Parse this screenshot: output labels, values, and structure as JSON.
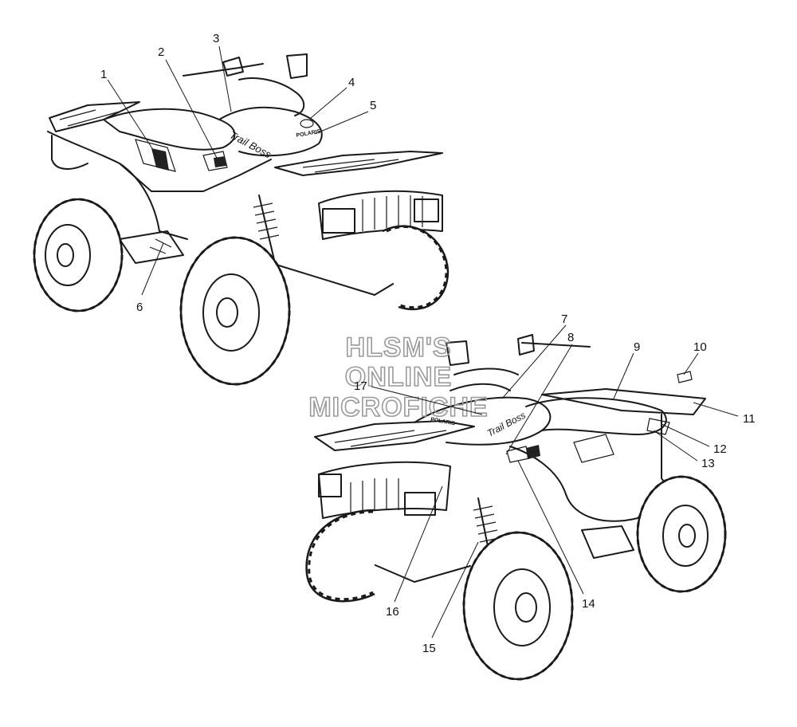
{
  "diagram": {
    "watermark_lines": [
      "HLSM'S",
      "ONLINE",
      "MICROFICHE"
    ],
    "decal_texts": {
      "model_name_upper": "Trail Boss",
      "model_name_lower": "Trail Boss",
      "brand_upper": "POLARIS",
      "brand_lower": "POLARIS"
    },
    "callouts": [
      "1",
      "2",
      "3",
      "4",
      "5",
      "6",
      "7",
      "8",
      "9",
      "10",
      "11",
      "12",
      "13",
      "14",
      "15",
      "16",
      "17"
    ]
  }
}
